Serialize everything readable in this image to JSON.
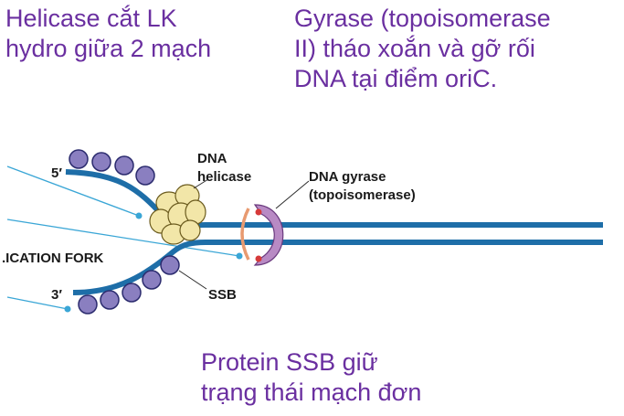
{
  "captions": {
    "helicase": [
      "Helicase cắt LK",
      "hydro giữa 2 mạch"
    ],
    "gyrase": [
      "Gyrase (topoisomerase",
      "II) tháo xoắn và gỡ rối",
      "DNA tại điểm oriC."
    ],
    "ssb": [
      "Protein SSB giữ",
      "trạng thái mạch đơn"
    ]
  },
  "diagram": {
    "labels": {
      "five_prime": "5′",
      "three_prime": "3′",
      "helicase_line1": "DNA",
      "helicase_line2": "helicase",
      "gyrase_line1": "DNA gyrase",
      "gyrase_line2": "(topoisomerase)",
      "fork": ".ICATION FORK",
      "ssb": "SSB"
    },
    "colors": {
      "dna_strand": "#1e6ea8",
      "ssb_protein": "#8a7fc0",
      "ssb_outline": "#2b2b6e",
      "helicase": "#f2e6a8",
      "gyrase": "#b88ac4",
      "gyrase_ring": "#e89a70",
      "caption_text": "#6a2fa0",
      "pointer_line": "#3aa6d6"
    }
  }
}
